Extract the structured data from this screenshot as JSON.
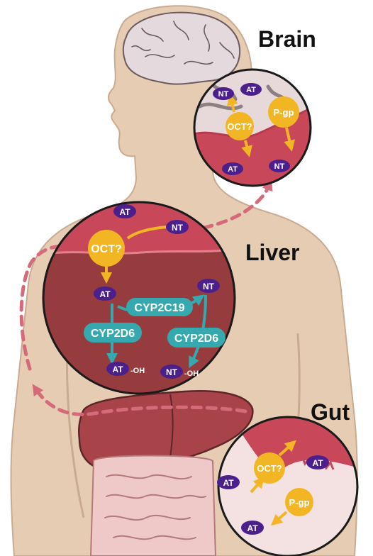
{
  "regions": {
    "brain": "Brain",
    "liver": "Liver",
    "gut": "Gut"
  },
  "brain": {
    "nt_top": "NT",
    "at_top": "AT",
    "oct": "OCT?",
    "pgp": "P-gp",
    "at_bottom": "AT",
    "nt_bottom": "NT"
  },
  "liver": {
    "at_in": "AT",
    "nt_in": "NT",
    "oct": "OCT?",
    "at": "AT",
    "nt": "NT",
    "cyp2c19": "CYP2C19",
    "cyp2d6_left": "CYP2D6",
    "cyp2d6_right": "CYP2D6",
    "at_oh_base": "AT",
    "at_oh_suffix": "-OH",
    "nt_oh_base": "NT",
    "nt_oh_suffix": "-OH"
  },
  "gut": {
    "oct": "OCT?",
    "at_right": "AT",
    "at_left": "AT",
    "pgp": "P-gp",
    "at_bottom": "AT"
  },
  "colors": {
    "skin": "#e7ccb4",
    "skin_edge": "#c9ab92",
    "tissue_red": "#c8485a",
    "tissue_dark": "#963c3e",
    "transporter": "#f2b625",
    "drug": "#4b1f8c",
    "enzyme": "#35a9ad",
    "flow": "#d46a7a"
  }
}
